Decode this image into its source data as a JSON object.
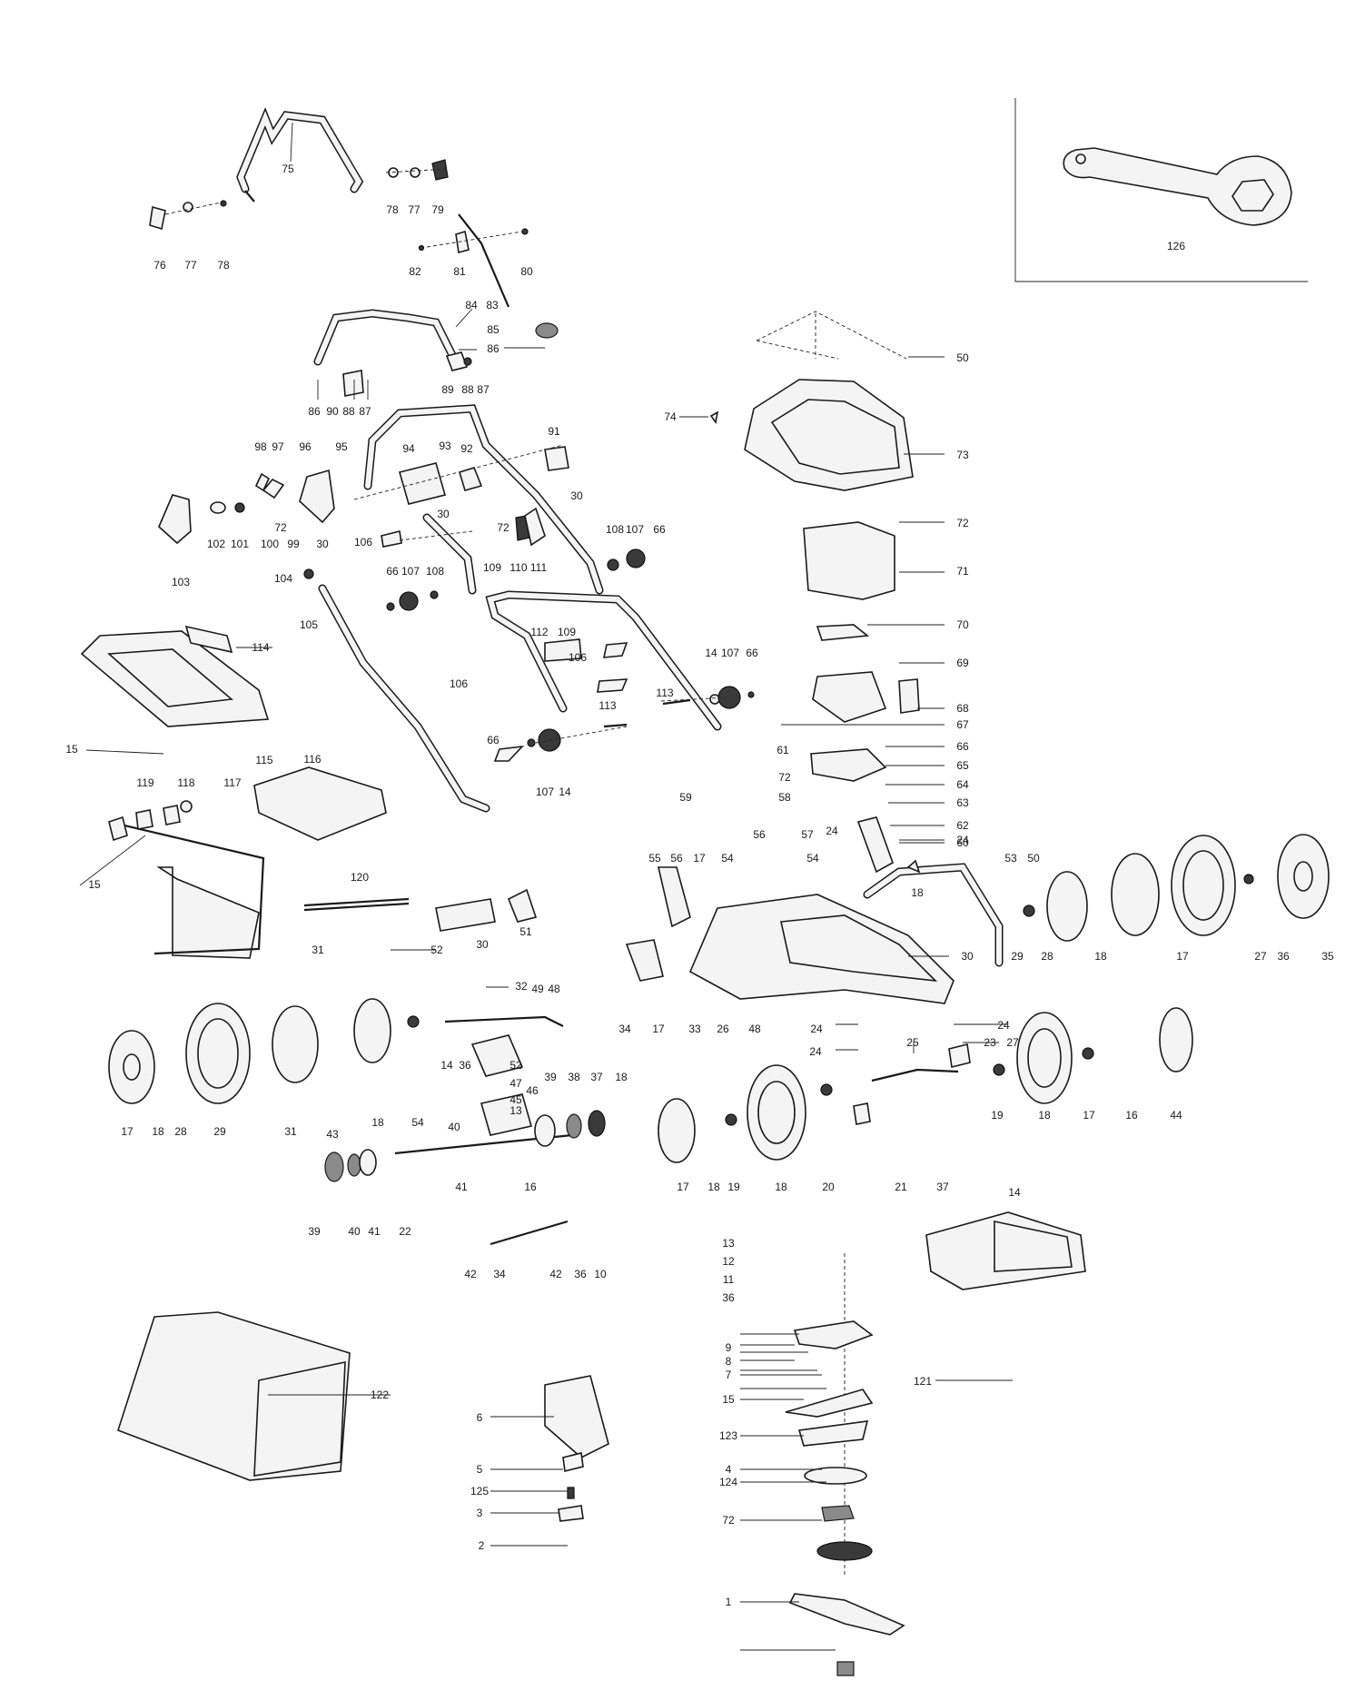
{
  "diagram": {
    "labels": [
      {
        "text": "75"
      },
      {
        "text": "76"
      },
      {
        "text": "77"
      },
      {
        "text": "78"
      },
      {
        "text": "78"
      },
      {
        "text": "77"
      },
      {
        "text": "79"
      },
      {
        "text": "82"
      },
      {
        "text": "81"
      },
      {
        "text": "80"
      },
      {
        "text": "83"
      },
      {
        "text": "84"
      },
      {
        "text": "85"
      },
      {
        "text": "86"
      },
      {
        "text": "86"
      },
      {
        "text": "90"
      },
      {
        "text": "88"
      },
      {
        "text": "87"
      },
      {
        "text": "89"
      },
      {
        "text": "88"
      },
      {
        "text": "87"
      },
      {
        "text": "93"
      },
      {
        "text": "91"
      },
      {
        "text": "30"
      },
      {
        "text": "98"
      },
      {
        "text": "97"
      },
      {
        "text": "96"
      },
      {
        "text": "95"
      },
      {
        "text": "94"
      },
      {
        "text": "92"
      },
      {
        "text": "30"
      },
      {
        "text": "102"
      },
      {
        "text": "101"
      },
      {
        "text": "100"
      },
      {
        "text": "72"
      },
      {
        "text": "99"
      },
      {
        "text": "30"
      },
      {
        "text": "103"
      },
      {
        "text": "106"
      },
      {
        "text": "72"
      },
      {
        "text": "109"
      },
      {
        "text": "110"
      },
      {
        "text": "111"
      },
      {
        "text": "108"
      },
      {
        "text": "107"
      },
      {
        "text": "66"
      },
      {
        "text": "104"
      },
      {
        "text": "66"
      },
      {
        "text": "107"
      },
      {
        "text": "108"
      },
      {
        "text": "105"
      },
      {
        "text": "112"
      },
      {
        "text": "109"
      },
      {
        "text": "114"
      },
      {
        "text": "106"
      },
      {
        "text": "106"
      },
      {
        "text": "14"
      },
      {
        "text": "107"
      },
      {
        "text": "66"
      },
      {
        "text": "113"
      },
      {
        "text": "113"
      },
      {
        "text": "15"
      },
      {
        "text": "115"
      },
      {
        "text": "116"
      },
      {
        "text": "66"
      },
      {
        "text": "107"
      },
      {
        "text": "14"
      },
      {
        "text": "119"
      },
      {
        "text": "118"
      },
      {
        "text": "117"
      },
      {
        "text": "15"
      },
      {
        "text": "120"
      },
      {
        "text": "126"
      },
      {
        "text": "50"
      },
      {
        "text": "74"
      },
      {
        "text": "73"
      },
      {
        "text": "72"
      },
      {
        "text": "71"
      },
      {
        "text": "70"
      },
      {
        "text": "69"
      },
      {
        "text": "68"
      },
      {
        "text": "67"
      },
      {
        "text": "61"
      },
      {
        "text": "66"
      },
      {
        "text": "65"
      },
      {
        "text": "64"
      },
      {
        "text": "63"
      },
      {
        "text": "62"
      },
      {
        "text": "60"
      },
      {
        "text": "72"
      },
      {
        "text": "59"
      },
      {
        "text": "58"
      },
      {
        "text": "56"
      },
      {
        "text": "57"
      },
      {
        "text": "54"
      },
      {
        "text": "55"
      },
      {
        "text": "56"
      },
      {
        "text": "17"
      },
      {
        "text": "54"
      },
      {
        "text": "24"
      },
      {
        "text": "24"
      },
      {
        "text": "18"
      },
      {
        "text": "53"
      },
      {
        "text": "50"
      },
      {
        "text": "51"
      },
      {
        "text": "52"
      },
      {
        "text": "30"
      },
      {
        "text": "32"
      },
      {
        "text": "31"
      },
      {
        "text": "30"
      },
      {
        "text": "29"
      },
      {
        "text": "28"
      },
      {
        "text": "18"
      },
      {
        "text": "17"
      },
      {
        "text": "27"
      },
      {
        "text": "36"
      },
      {
        "text": "35"
      },
      {
        "text": "34"
      },
      {
        "text": "17"
      },
      {
        "text": "33"
      },
      {
        "text": "26"
      },
      {
        "text": "48"
      },
      {
        "text": "49"
      },
      {
        "text": "48"
      },
      {
        "text": "24"
      },
      {
        "text": "24"
      },
      {
        "text": "25"
      },
      {
        "text": "24"
      },
      {
        "text": "23"
      },
      {
        "text": "27"
      },
      {
        "text": "17"
      },
      {
        "text": "18"
      },
      {
        "text": "28"
      },
      {
        "text": "29"
      },
      {
        "text": "31"
      },
      {
        "text": "18"
      },
      {
        "text": "54"
      },
      {
        "text": "14"
      },
      {
        "text": "36"
      },
      {
        "text": "52"
      },
      {
        "text": "47"
      },
      {
        "text": "46"
      },
      {
        "text": "45"
      },
      {
        "text": "13"
      },
      {
        "text": "40"
      },
      {
        "text": "39"
      },
      {
        "text": "38"
      },
      {
        "text": "37"
      },
      {
        "text": "18"
      },
      {
        "text": "19"
      },
      {
        "text": "18"
      },
      {
        "text": "17"
      },
      {
        "text": "16"
      },
      {
        "text": "44"
      },
      {
        "text": "43"
      },
      {
        "text": "41"
      },
      {
        "text": "16"
      },
      {
        "text": "17"
      },
      {
        "text": "18"
      },
      {
        "text": "19"
      },
      {
        "text": "18"
      },
      {
        "text": "20"
      },
      {
        "text": "21"
      },
      {
        "text": "37"
      },
      {
        "text": "39"
      },
      {
        "text": "40"
      },
      {
        "text": "41"
      },
      {
        "text": "22"
      },
      {
        "text": "14"
      },
      {
        "text": "13"
      },
      {
        "text": "12"
      },
      {
        "text": "11"
      },
      {
        "text": "36"
      },
      {
        "text": "42"
      },
      {
        "text": "34"
      },
      {
        "text": "42"
      },
      {
        "text": "36"
      },
      {
        "text": "10"
      },
      {
        "text": "9"
      },
      {
        "text": "8"
      },
      {
        "text": "7"
      },
      {
        "text": "15"
      },
      {
        "text": "121"
      },
      {
        "text": "122"
      },
      {
        "text": "6"
      },
      {
        "text": "123"
      },
      {
        "text": "5"
      },
      {
        "text": "4"
      },
      {
        "text": "124"
      },
      {
        "text": "125"
      },
      {
        "text": "3"
      },
      {
        "text": "72"
      },
      {
        "text": "2"
      },
      {
        "text": "1"
      }
    ]
  }
}
